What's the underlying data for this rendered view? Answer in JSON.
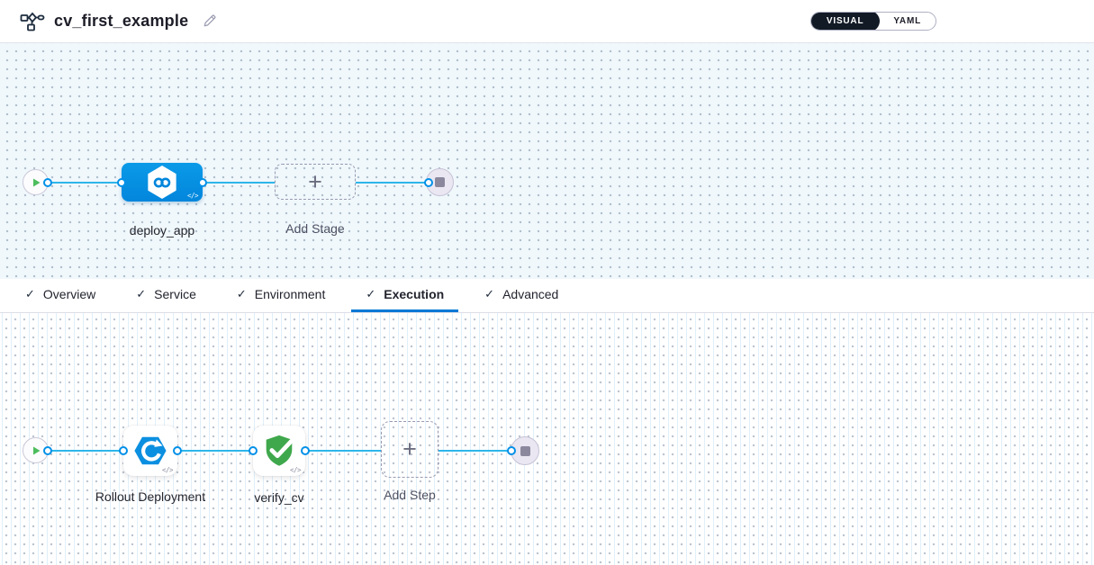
{
  "header": {
    "title": "cv_first_example",
    "pipeline_icon": "pipeline-graph-icon",
    "edit_icon": "edit-pencil-icon",
    "view_toggle": {
      "selected": "VISUAL",
      "options": [
        {
          "label": "VISUAL"
        },
        {
          "label": "YAML"
        }
      ]
    }
  },
  "glyphs": {
    "plus": "+",
    "check": "✓",
    "code": "</>"
  },
  "stage_canvas": {
    "start_node_icon": "play-icon",
    "end_node_icon": "stop-icon",
    "stage": {
      "label": "deploy_app",
      "icon": "cd-infinity-hexagon-icon"
    },
    "add_stage": {
      "label": "Add Stage",
      "icon": "plus-icon"
    }
  },
  "tabs": {
    "active": "Execution",
    "items": [
      {
        "label": "Overview",
        "checked": true
      },
      {
        "label": "Service",
        "checked": true
      },
      {
        "label": "Environment",
        "checked": true
      },
      {
        "label": "Execution",
        "checked": true
      },
      {
        "label": "Advanced",
        "checked": true
      }
    ]
  },
  "execution_canvas": {
    "start_node_icon": "play-icon",
    "end_node_icon": "stop-icon",
    "steps": [
      {
        "label": "Rollout Deployment",
        "icon": "rollout-deployment-icon"
      },
      {
        "label": "verify_cv",
        "icon": "shield-check-icon"
      }
    ],
    "add_step": {
      "label": "Add Step",
      "icon": "plus-icon"
    }
  },
  "colors": {
    "edge": "#2eb6ea",
    "port_ring": "#0190e8",
    "stage_node_blue": "#0286dc",
    "tab_underline": "#0278d5",
    "verify_green": "#3fa84c",
    "rollout_blue": "#0b8fe0",
    "toggle_selected_bg": "#121a26"
  }
}
